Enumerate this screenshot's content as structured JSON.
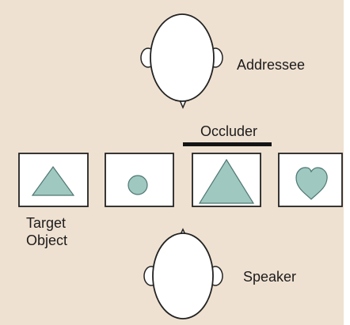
{
  "labels": {
    "addressee": "Addressee",
    "occluder": "Occluder",
    "target_object": [
      "Target",
      "Object"
    ],
    "speaker": "Speaker"
  },
  "colors": {
    "background": "#efe1d1",
    "shape_fill": "#9fc8c1",
    "outline": "#222222"
  }
}
